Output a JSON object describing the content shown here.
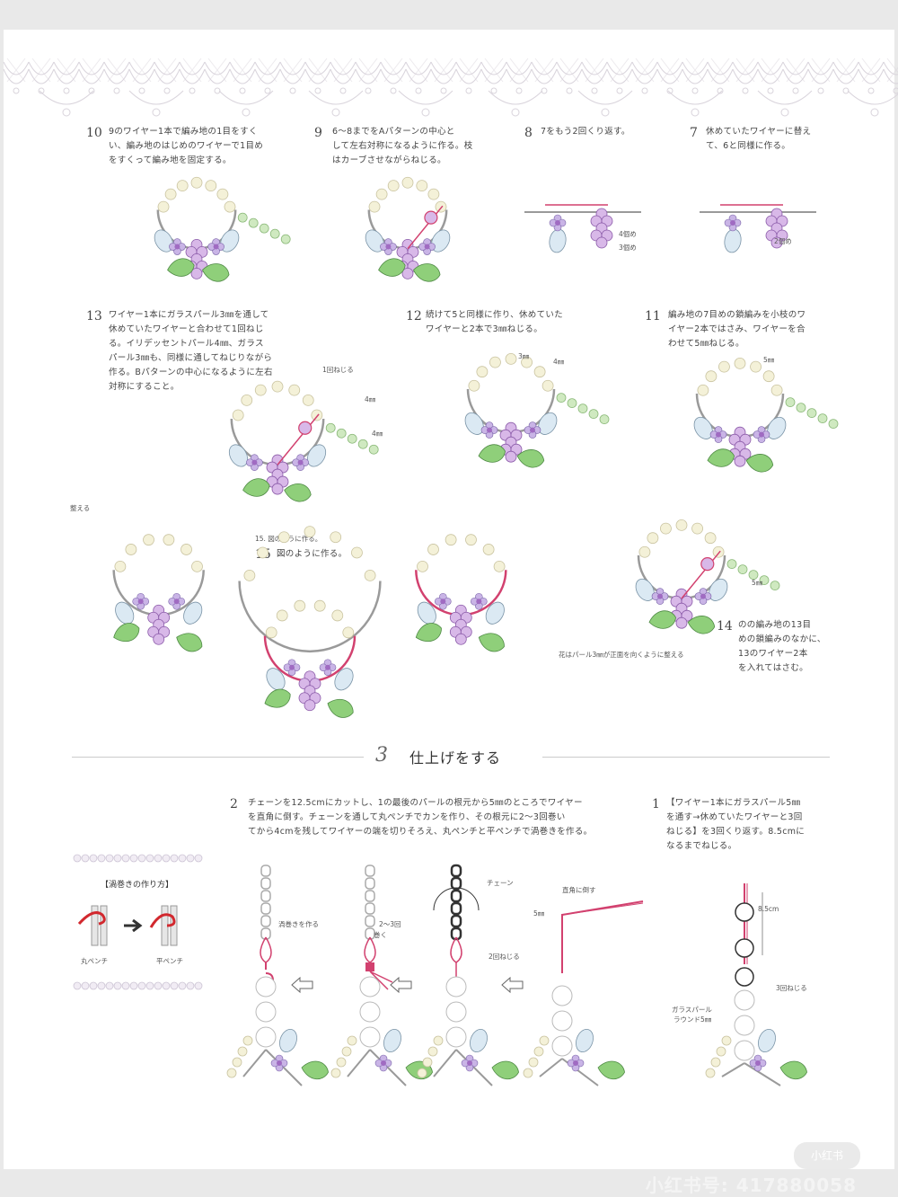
{
  "steps": {
    "s10": {
      "num": "10",
      "text": [
        "9のワイヤー1本で編み地の1目をすく",
        "い、編み地のはじめのワイヤーで1目め",
        "をすくって編み地を固定する。"
      ]
    },
    "s9": {
      "num": "9",
      "text": [
        "6～8までをAパターンの中心と",
        "して左右対称になるように作る。枝",
        "はカーブさせながらねじる。"
      ]
    },
    "s8": {
      "num": "8",
      "text": [
        "7をもう2回くり返す。"
      ],
      "labels": [
        "4個め",
        "3個め"
      ]
    },
    "s7": {
      "num": "7",
      "text": [
        "休めていたワイヤーに替え",
        "て、6と同様に作る。"
      ],
      "labels": [
        "2個め"
      ]
    },
    "s13": {
      "num": "13",
      "text": [
        "ワイヤー1本にガラスパール3㎜を通して",
        "休めていたワイヤーと合わせて1回ねじ",
        "る。イリデッセントパール4㎜、ガラス",
        "パール3㎜も、同様に通してねじりながら",
        "作る。Bパターンの中心になるように左右",
        "対称にすること。"
      ],
      "labels": [
        "1回ねじる",
        "4㎜",
        "4㎜"
      ]
    },
    "s12": {
      "num": "12",
      "text": [
        "続けて5と同様に作り、休めていた",
        "ワイヤーと2本で3㎜ねじる。"
      ],
      "labels": [
        "3㎜",
        "4㎜"
      ]
    },
    "s11": {
      "num": "11",
      "text": [
        "編み地の7目めの鎖編みを小枝のワ",
        "イヤー2本ではさみ、ワイヤーを合",
        "わせて5㎜ねじる。"
      ],
      "labels": [
        "5㎜"
      ]
    },
    "s15": {
      "num": "15",
      "text": "図のように作る。",
      "small": "15. 図のように作る。",
      "labels": [
        "整える"
      ]
    },
    "s14": {
      "num": "14",
      "text": [
        "のの編み地の13目",
        "めの鎖編みのなかに、",
        "13のワイヤー2本",
        "を入れてはさむ。"
      ],
      "labels": [
        "5㎜",
        "花はパール3㎜が正面を向くように整える"
      ]
    }
  },
  "section": {
    "num": "3",
    "title": "仕上げをする"
  },
  "finish": {
    "s2": {
      "num": "2",
      "text": [
        "チェーンを12.5cmにカットし、1の最後のパールの根元から5㎜のところでワイヤー",
        "を直角に倒す。チェーンを通して丸ペンチでカンを作り、その根元に2～3回巻い",
        "てから4cmを残してワイヤーの端を切りそろえ、丸ペンチと平ペンチで渦巻きを作る。"
      ]
    },
    "s1": {
      "num": "1",
      "text": [
        "【ワイヤー1本にガラスパール5㎜",
        "を通す→休めていたワイヤーと3回",
        "ねじる】を3回くり返す。8.5cmに",
        "なるまでねじる。"
      ]
    },
    "labels": {
      "spiral": "渦巻きを作る",
      "wrap": "2～3回",
      "wrap2": "巻く",
      "chain": "チェーン",
      "twist2": "2回ねじる",
      "bend": "直角に倒す",
      "mm5": "5㎜",
      "cm85": "8.5cm",
      "twist3": "3回ねじる",
      "glass1": "ガラスパール",
      "glass2": "ラウンド5㎜"
    },
    "inset": {
      "title": "【渦巻きの作り方】",
      "tool1": "丸ペンチ",
      "tool2": "平ペンチ"
    }
  },
  "watermark": {
    "text": "小红书号: 417880058",
    "logo": "小红书"
  },
  "colors": {
    "wire": "#9a9a9a",
    "pink": "#d2416f",
    "purple": "#a06bc2",
    "leaf": "#8fcf7a",
    "pearl": "#f4f1d8",
    "blue": "#dbe9f3"
  }
}
